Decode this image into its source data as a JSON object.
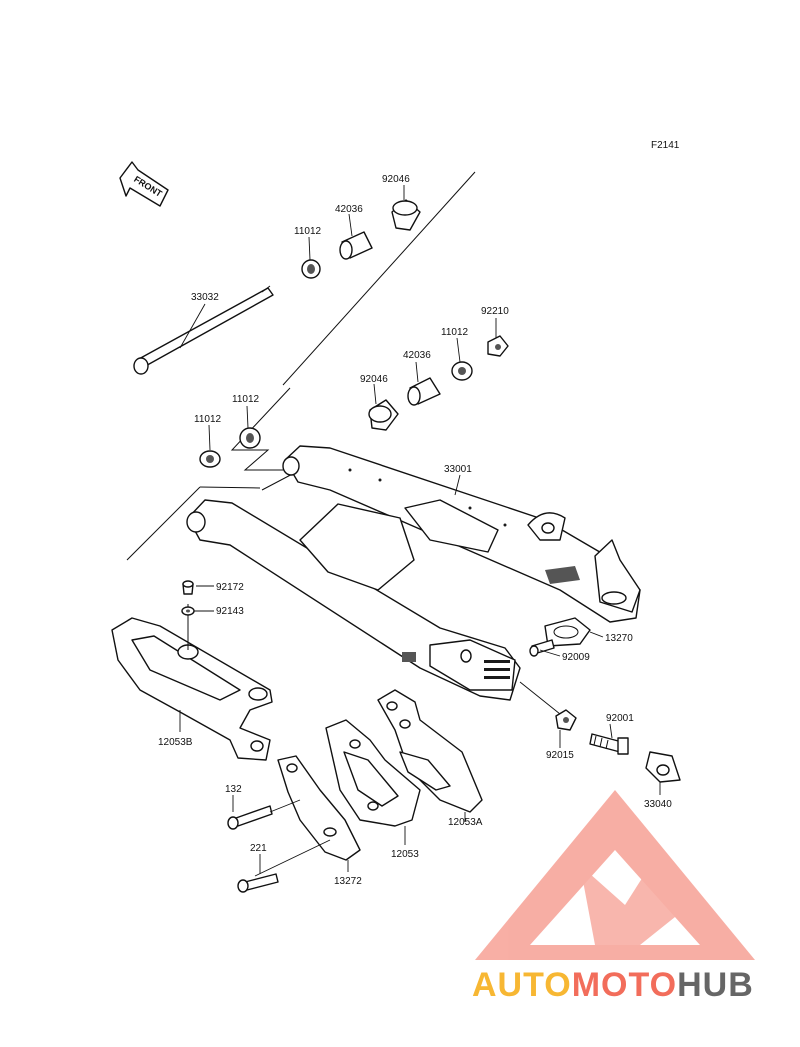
{
  "figure_code": "F2141",
  "front_label": "FRONT",
  "parts": {
    "p92046_top": "92046",
    "p42036_top": "42036",
    "p11012_top": "11012",
    "p33032": "33032",
    "p92210": "92210",
    "p11012_mid": "11012",
    "p42036_mid": "42036",
    "p92046_mid": "92046",
    "p11012_left1": "11012",
    "p11012_left2": "11012",
    "p33001": "33001",
    "p92172": "92172",
    "p92143": "92143",
    "p13270": "13270",
    "p92009": "92009",
    "p92001": "92001",
    "p92015": "92015",
    "p12053B": "12053B",
    "p33040": "33040",
    "p132": "132",
    "p12053A": "12053A",
    "p12053": "12053",
    "p221": "221",
    "p13272": "13272"
  },
  "watermark": {
    "part1": "AUTO",
    "part2": "MOTO",
    "part3": "HUB",
    "color1": "#f7b733",
    "color2": "#f26d5b",
    "color3": "#666666"
  }
}
